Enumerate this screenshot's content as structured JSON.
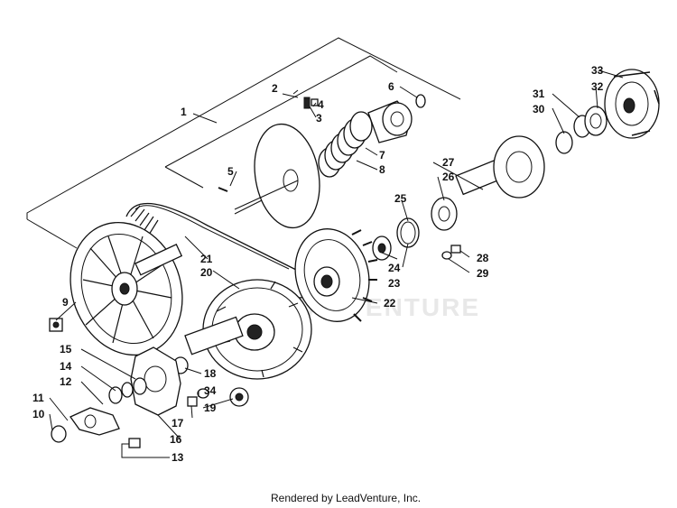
{
  "watermark": "LEADVENTURE",
  "footer": "Rendered by LeadVenture, Inc.",
  "callouts": {
    "c1": "1",
    "c2": "2",
    "c3": "3",
    "c4": "4",
    "c5": "5",
    "c6": "6",
    "c7": "7",
    "c8": "8",
    "c9": "9",
    "c10": "10",
    "c11": "11",
    "c12": "12",
    "c13": "13",
    "c14": "14",
    "c15": "15",
    "c16": "16",
    "c17": "17",
    "c18": "18",
    "c19": "19",
    "c20": "20",
    "c21": "21",
    "c22": "22",
    "c23": "23",
    "c24": "24",
    "c25": "25",
    "c26": "26",
    "c27": "27",
    "c28": "28",
    "c29": "29",
    "c30": "30",
    "c31": "31",
    "c32": "32",
    "c33": "33",
    "c34": "34"
  }
}
